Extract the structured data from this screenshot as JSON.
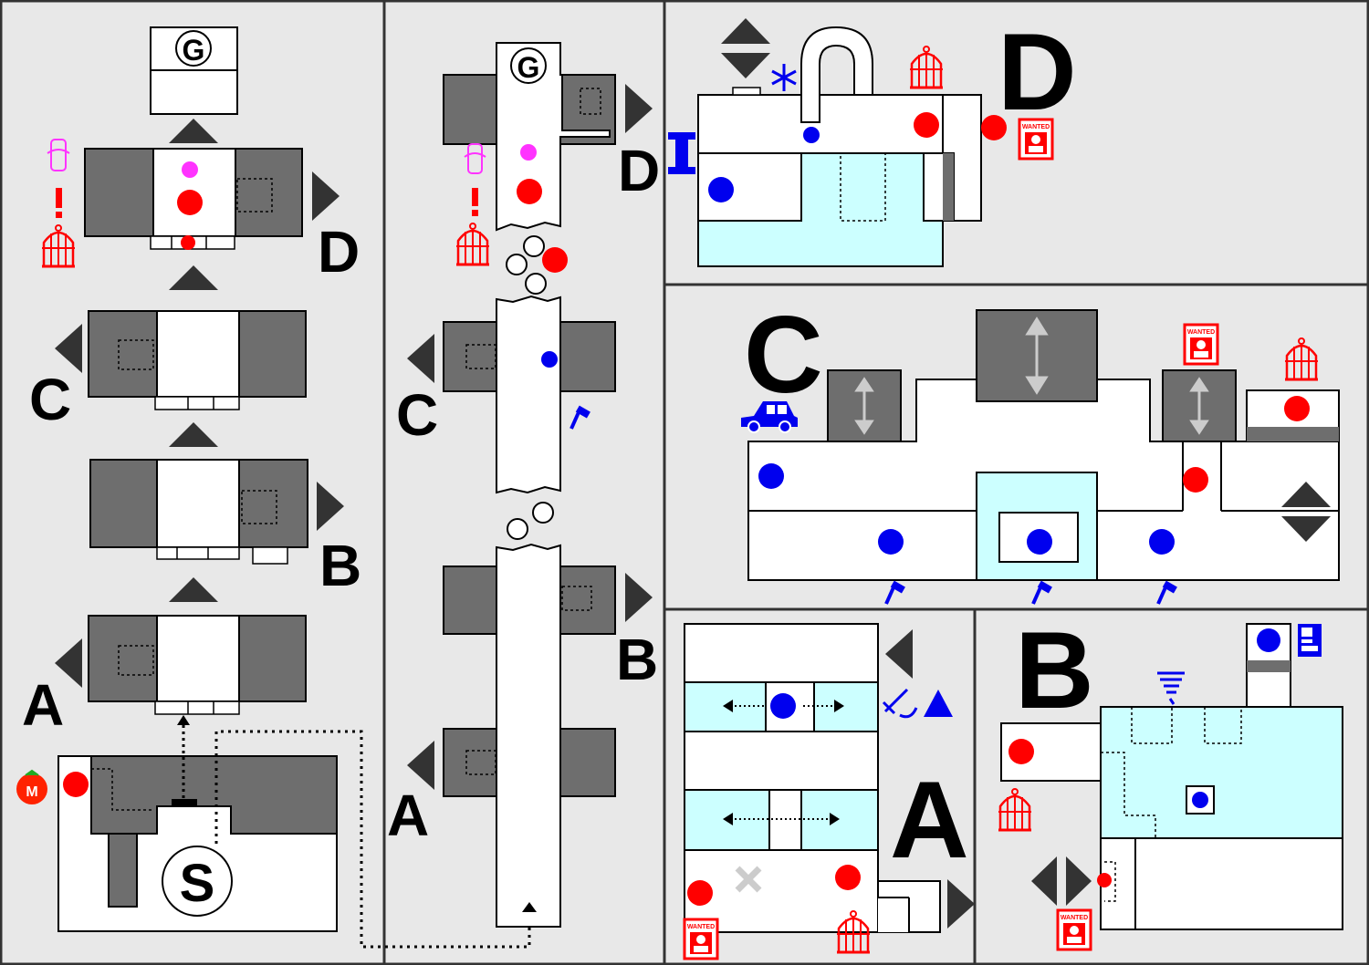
{
  "map": {
    "start_label": "S",
    "goal_label": "G",
    "labels": {
      "a": "A",
      "b": "B",
      "c": "C",
      "d": "D"
    },
    "wanted_text": "WANTED",
    "colors": {
      "background": "#e8e8e8",
      "room_white": "#ffffff",
      "room_dark": "#6e6e6e",
      "water": "#ccffff",
      "red_marker": "#ff0000",
      "blue_marker": "#0000ee",
      "magenta_marker": "#ff33ff",
      "arrow": "#333333",
      "grey_arrow": "#cccccc"
    },
    "icons": [
      "maxim-tomato-icon",
      "birdcage-icon",
      "wanted-poster-icon",
      "scroll-icon",
      "exclamation-icon",
      "hammer-icon",
      "car-icon",
      "snowflake-icon",
      "tornado-icon",
      "vending-machine-icon",
      "sword-icon",
      "cone-icon",
      "x-mark-icon"
    ]
  }
}
